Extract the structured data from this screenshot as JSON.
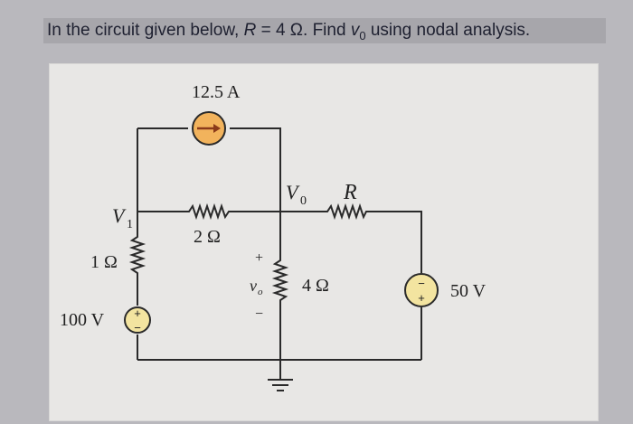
{
  "question": {
    "prefix": "In the circuit given below, ",
    "r_symbol": "R",
    "middle": " = 4 Ω. Find ",
    "v_symbol": "v",
    "v_sub": "0",
    "suffix": " using nodal analysis."
  },
  "diagram": {
    "current_source_label": "12.5 A",
    "node_v1_symbol": "V",
    "node_v1_sub": "1",
    "node_v0_symbol": "V",
    "node_v0_sub": "0",
    "resistor_top_label": "R",
    "resistor_2_label": "2 Ω",
    "resistor_1_label": "1 Ω",
    "resistor_4_label": "4 Ω",
    "voltage_left_label": "100 V",
    "voltage_right_label": "50 V",
    "vo_symbol": "v",
    "vo_sub": "o",
    "vo_plus": "+",
    "vo_minus": "−",
    "src_plus": "+",
    "src_minus": "−"
  },
  "colors": {
    "wire": "#2a2a2a",
    "current_source_fill": "#f2b35c",
    "current_arrow": "#8a3a1a",
    "voltage_source_fill": "#f3e4a0"
  }
}
